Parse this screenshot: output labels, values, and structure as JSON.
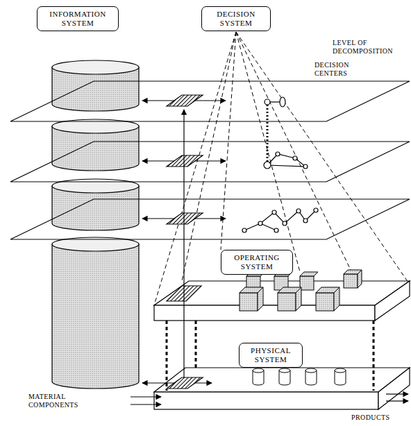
{
  "diagram": {
    "nodes": [
      {
        "text": [
          "INFORMATION SYSTEM"
        ]
      },
      {
        "text": [
          "DECISION SYSTEM"
        ]
      },
      {
        "text": [
          "OPERATING SYSTEM"
        ]
      },
      {
        "text": [
          "PHYSICAL SYSTEM"
        ]
      }
    ],
    "labels": [
      "LEVEL OF DECOMPOSITION",
      "DECISION CENTERS",
      "MATERIAL COMPONENTS",
      "PRODUCTS"
    ]
  }
}
